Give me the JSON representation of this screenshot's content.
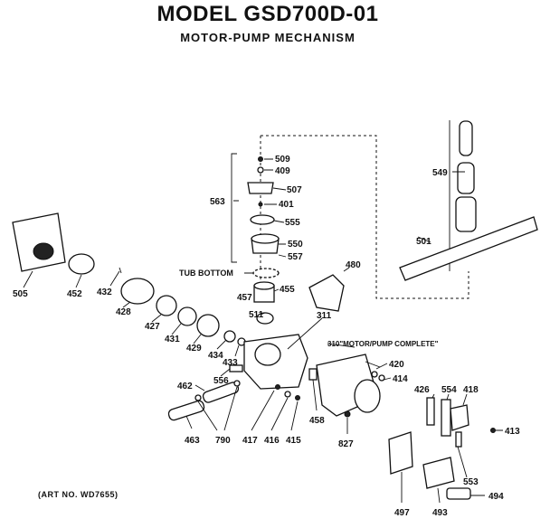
{
  "title": "MODEL GSD700D-01",
  "subtitle": "MOTOR-PUMP MECHANISM",
  "art_no": "(ART NO. WD7655)",
  "labels": {
    "p509": "509",
    "p409": "409",
    "p507": "507",
    "p401": "401",
    "p555": "555",
    "p563": "563",
    "p550": "550",
    "p557": "557",
    "tub_bottom": "TUB BOTTOM",
    "p457": "457",
    "p455": "455",
    "p511": "511",
    "p311": "311",
    "p310": "310\"MOTOR/PUMP COMPLETE\"",
    "p480": "480",
    "p549": "549",
    "p501": "501",
    "p505": "505",
    "p452": "452",
    "p432": "432",
    "p428": "428",
    "p427": "427",
    "p431": "431",
    "p429": "429",
    "p434": "434",
    "p433": "433",
    "p556": "556",
    "p462": "462",
    "p463": "463",
    "p790": "790",
    "p417": "417",
    "p416": "416",
    "p415": "415",
    "p458": "458",
    "p827": "827",
    "p420": "420",
    "p414": "414",
    "p426": "426",
    "p554": "554",
    "p418": "418",
    "p413": "413",
    "p553": "553",
    "p497": "497",
    "p493": "493",
    "p494": "494"
  }
}
